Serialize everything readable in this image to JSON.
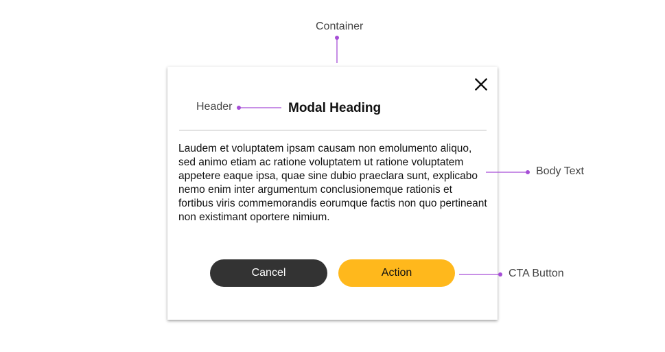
{
  "annotations": {
    "container": "Container",
    "header": "Header",
    "body_text": "Body Text",
    "cta_button": "CTA Button",
    "line_color": "#a64ed6"
  },
  "modal": {
    "close_icon": "close-icon",
    "heading": "Modal Heading",
    "body": "Laudem et voluptatem ipsam causam non emolumento aliquo, sed animo etiam ac ratione voluptatem ut ratione voluptatem appetere eaque ipsa, quae sine dubio praeclara sunt, explicabo nemo enim inter argumentum conclusionemque rationis et fortibus viris commemorandis eorumque factis non quo pertineant non existimant oportere nimium.",
    "cancel_label": "Cancel",
    "action_label": "Action",
    "cancel_color": "#333333",
    "action_color": "#ffb81c"
  }
}
